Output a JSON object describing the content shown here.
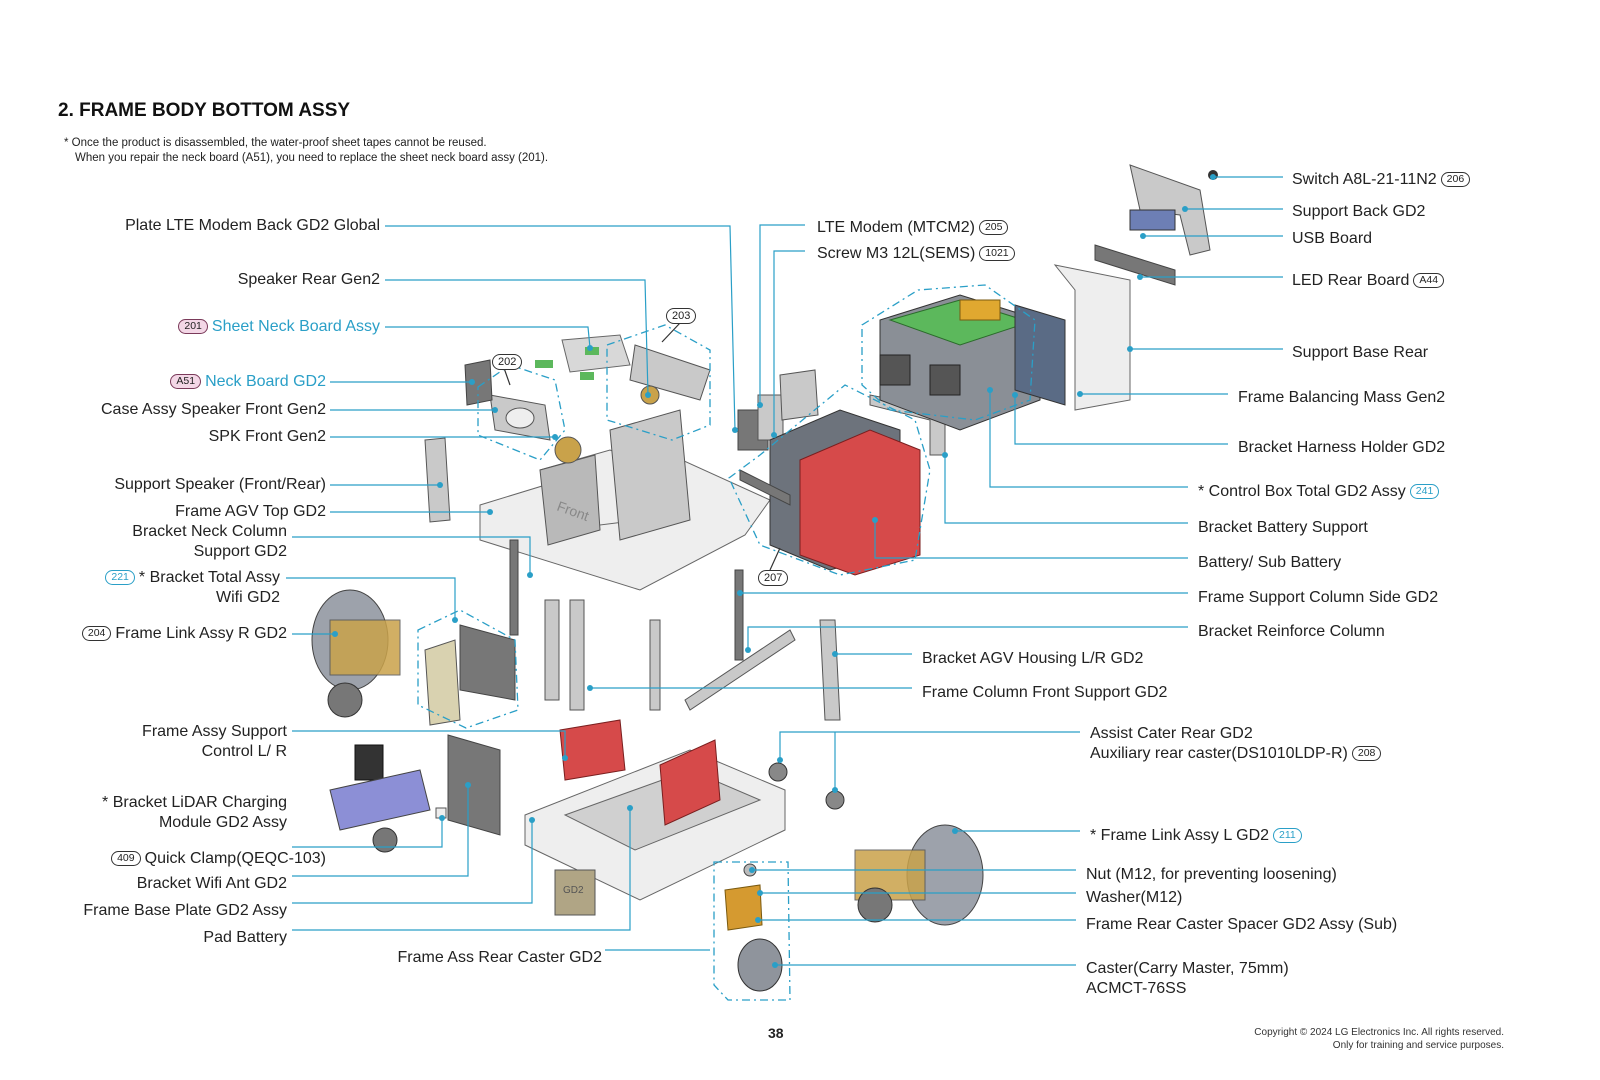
{
  "title": "2. FRAME BODY BOTTOM ASSY",
  "notes": [
    "* Once the product is disassembled, the water-proof sheet tapes cannot be reused.",
    "When you repair the neck board (A51), you need to replace the sheet neck board assy (201)."
  ],
  "left_labels": {
    "plate_lte": "Plate LTE Modem Back GD2 Global",
    "speaker_rear": "Speaker Rear Gen2",
    "sheet_neck_badge": "201",
    "sheet_neck": "Sheet Neck Board Assy",
    "neck_board_badge": "A51",
    "neck_board": "Neck Board GD2",
    "case_speaker": "Case Assy Speaker Front Gen2",
    "spk_front": "SPK Front Gen2",
    "support_speaker": "Support Speaker (Front/Rear)",
    "frame_agv_top": "Frame AGV Top GD2",
    "bracket_neck_1": "Bracket Neck Column",
    "bracket_neck_2": "Support GD2",
    "bracket_wifi_badge": "221",
    "bracket_wifi_1": "* Bracket Total Assy",
    "bracket_wifi_2": "Wifi GD2",
    "frame_link_r_badge": "204",
    "frame_link_r": "Frame Link Assy R GD2",
    "frame_assy_support_1": "Frame Assy Support",
    "frame_assy_support_2": "Control L/ R",
    "lidar_1": "* Bracket LiDAR Charging",
    "lidar_2": "Module GD2 Assy",
    "quick_clamp_badge": "409",
    "quick_clamp": "Quick Clamp(QEQC-103)",
    "bracket_wifi_ant": "Bracket Wifi Ant GD2",
    "frame_base_plate": "Frame Base Plate GD2 Assy",
    "pad_battery": "Pad Battery",
    "frame_ass_rear": "Frame Ass Rear Caster GD2"
  },
  "right_labels": {
    "lte_modem": "LTE Modem (MTCM2)",
    "lte_modem_badge": "205",
    "screw": "Screw M3 12L(SEMS)",
    "screw_badge": "1021",
    "switch": "Switch A8L-21-11N2",
    "switch_badge": "206",
    "support_back": "Support Back GD2",
    "usb_board": "USB Board",
    "led_rear": "LED Rear Board",
    "led_rear_badge": "A44",
    "support_base_rear": "Support Base Rear",
    "frame_balancing": "Frame Balancing Mass Gen2",
    "bracket_harness": "Bracket Harness Holder GD2",
    "control_box": "* Control Box Total GD2 Assy",
    "control_box_badge": "241",
    "bracket_battery": "Bracket Battery Support",
    "battery": "Battery/ Sub Battery",
    "frame_support_col": "Frame Support Column Side GD2",
    "bracket_reinforce": "Bracket Reinforce Column",
    "bracket_agv": "Bracket AGV Housing L/R GD2",
    "frame_col_front": "Frame Column Front Support GD2",
    "assist_cater_1": "Assist Cater Rear GD2",
    "assist_cater_2": "Auxiliary rear caster(DS1010LDP-R)",
    "assist_cater_badge": "208",
    "frame_link_l": "* Frame Link Assy L GD2",
    "frame_link_l_badge": "211",
    "nut": "Nut (M12, for preventing loosening)",
    "washer": "Washer(M12)",
    "frame_rear_caster": "Frame Rear Caster Spacer GD2 Assy (Sub)",
    "caster_1": "Caster(Carry Master, 75mm)",
    "caster_2": "ACMCT-76SS"
  },
  "callouts": {
    "c203": "203",
    "c202": "202",
    "c207": "207"
  },
  "parts_text": {
    "front": "Front",
    "gd2": "GD2"
  },
  "page_number": "38",
  "copyright_1": "Copyright © 2024 LG Electronics Inc. All rights reserved.",
  "copyright_2": "Only for training and service purposes.",
  "colors": {
    "leader": "#2a9fc7",
    "accent_text": "#2a9fc7",
    "battery_red": "#d64a4a",
    "board_green": "#5cb85c"
  }
}
